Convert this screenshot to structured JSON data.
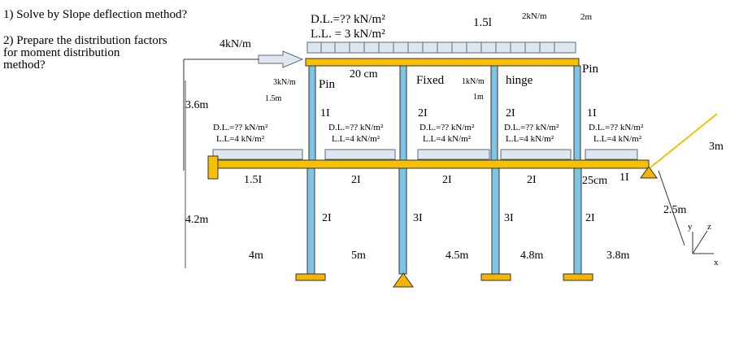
{
  "questions": {
    "q1": "1) Solve by Slope deflection method?",
    "q2_line1": "2) Prepare the distribution factors",
    "q2_line2": "for moment distribution",
    "q2_line3": "method?"
  },
  "top_loads": {
    "dl": "D.L.=?? kN/m²",
    "ll": "L.L. = 3 kN/m²",
    "udl_left": "4kN/m",
    "cant_len": "1.5l",
    "point_load": "2kN/m",
    "dim_right": "2m"
  },
  "mid_labels": {
    "udl_3": "3kN/m",
    "dim_15m": "1.5m",
    "pin_left": "Pin",
    "beam_depth": "20 cm",
    "fixed": "Fixed",
    "udl_1": "1kN/m",
    "dim_1m": "1m",
    "hinge": "hinge",
    "pin_right": "Pin"
  },
  "bay_loads": {
    "dl": "D.L.=?? kN/m²",
    "ll": "L.L=4 kN/m²",
    "dl_small": "D.L.=?? kN/m²",
    "ll_small": "L.L=4 kN/m²"
  },
  "stiffness": {
    "upper_col_1": "1I",
    "upper_col_2": "2I",
    "upper_col_3": "2I",
    "upper_col_4": "1I",
    "beam_cant": "1.5I",
    "beam_1": "2I",
    "beam_2": "2I",
    "beam_3": "2I",
    "beam_4": "1I",
    "lower_col_1": "2I",
    "lower_col_2": "3I",
    "lower_col_3": "3I",
    "lower_col_4": "2I"
  },
  "dimensions": {
    "h_upper": "3.6m",
    "h_lower": "4.2m",
    "span_1": "4m",
    "span_2": "5m",
    "span_3": "4.5m",
    "span_4": "4.8m",
    "span_5": "3.8m",
    "incl_len": "2.5m",
    "incl_rise": "3m",
    "depth_25": "25cm"
  },
  "axes": {
    "x": "x",
    "y": "y",
    "z": "z"
  },
  "colors": {
    "beam": "#F6C000",
    "column": "#7FC4E2",
    "support": "#F4B400",
    "hatch": "#9AA8B8",
    "inclined": "#F6C000",
    "load_box": "#B9C6D6"
  }
}
